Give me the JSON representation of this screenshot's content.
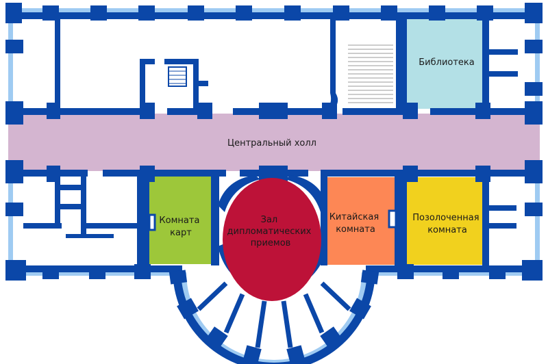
{
  "floor_plan": {
    "rooms": {
      "library": {
        "label_lines": [
          "Библиотека"
        ],
        "color": "#b3e0e6"
      },
      "central_hall": {
        "label_lines": [
          "Центральный холл"
        ],
        "color": "#d4b5d0"
      },
      "map_room": {
        "label_lines": [
          "Комната",
          "карт"
        ],
        "color": "#9dc73a"
      },
      "diplomatic_reception_room": {
        "label_lines": [
          "Зал",
          "дипломатических",
          "приемов"
        ],
        "color": "#bd1238"
      },
      "china_room": {
        "label_lines": [
          "Китайская",
          "комната"
        ],
        "color": "#fd8755"
      },
      "vermeil_room": {
        "label_lines": [
          "Позолоченная",
          "комната"
        ],
        "color": "#f1d11e"
      }
    },
    "colors": {
      "wall": "#0b47a8",
      "window": "#9fcbf2",
      "background": "#ffffff"
    }
  }
}
